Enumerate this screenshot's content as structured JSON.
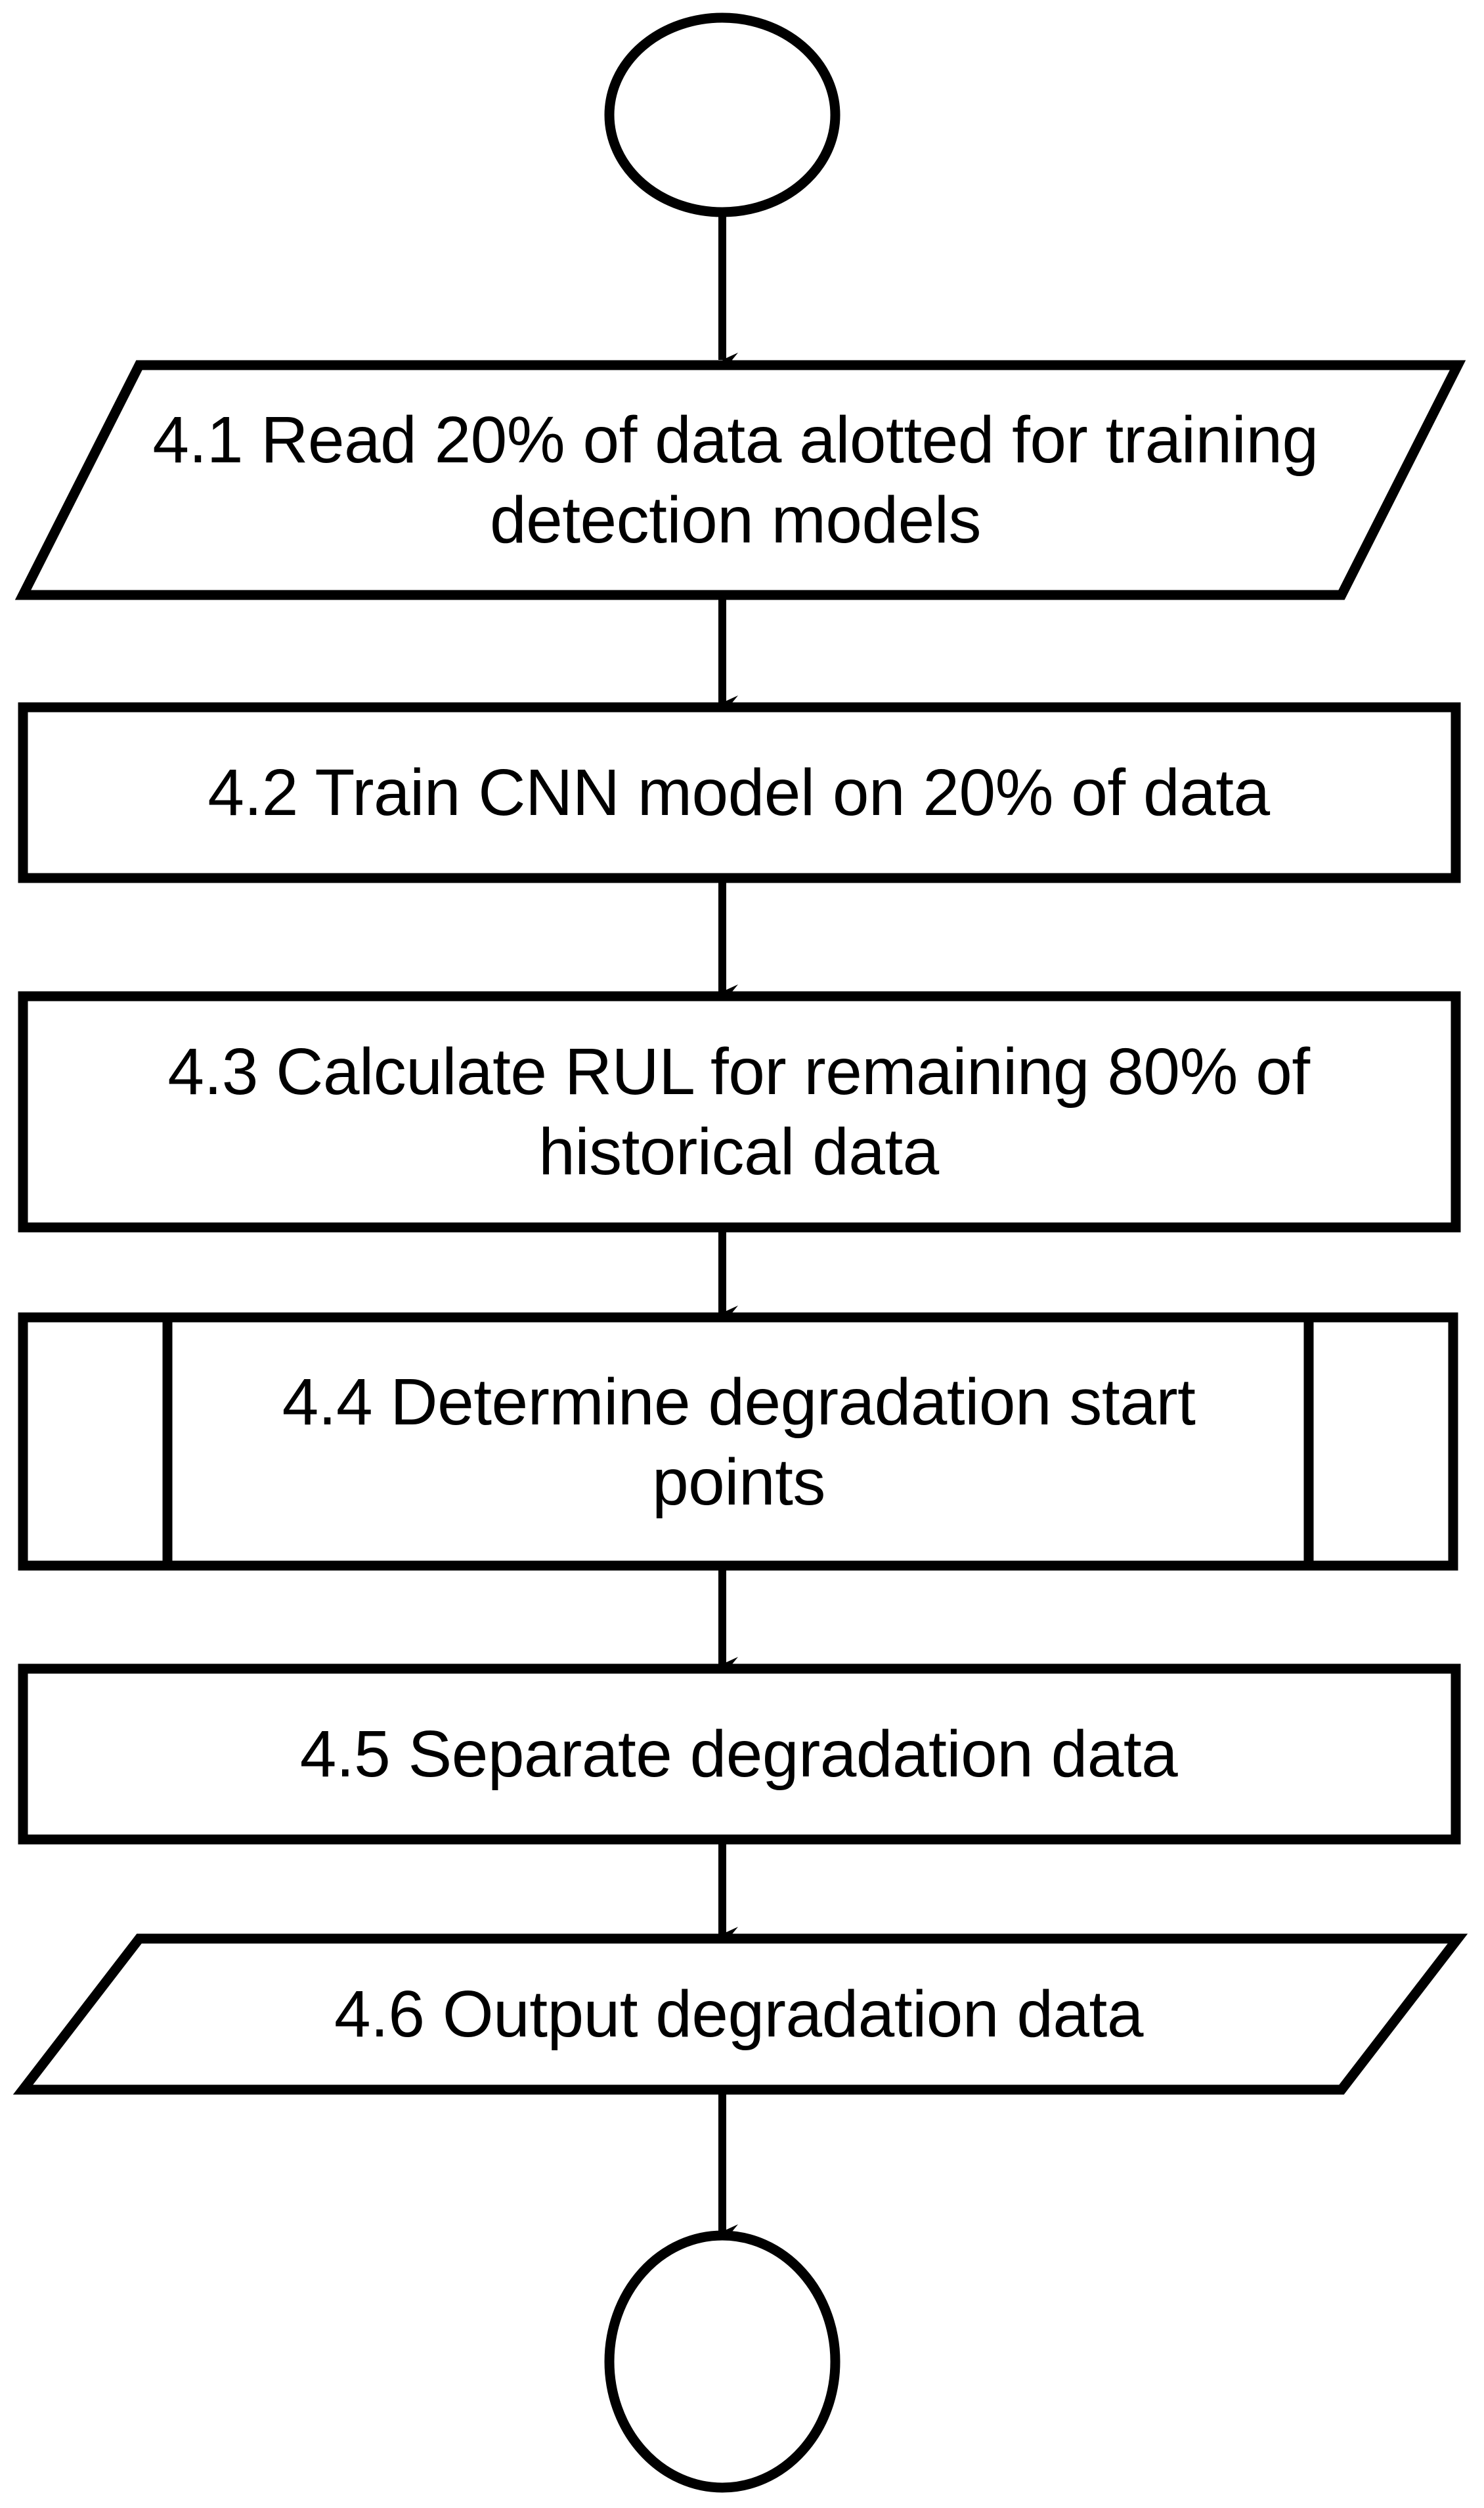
{
  "diagram": {
    "type": "flowchart",
    "orientation": "top-to-bottom",
    "title": "",
    "colors": {
      "stroke": "#000000",
      "fill": "#ffffff",
      "text": "#000000"
    },
    "nodes": [
      {
        "id": "start",
        "shape": "terminator-circle",
        "label": ""
      },
      {
        "id": "4.1",
        "shape": "parallelogram",
        "role": "input",
        "label": "4.1 Read 20% of data alotted for training\ndetection models"
      },
      {
        "id": "4.2",
        "shape": "rectangle",
        "role": "process",
        "label": "4.2 Train CNN model on 20% of data"
      },
      {
        "id": "4.3",
        "shape": "rectangle",
        "role": "process",
        "label": "4.3 Calculate RUL for remaining 80% of\nhistorical data"
      },
      {
        "id": "4.4",
        "shape": "predefined-process",
        "role": "subroutine",
        "label": "4.4 Determine degradation start\npoints"
      },
      {
        "id": "4.5",
        "shape": "rectangle",
        "role": "process",
        "label": "4.5 Separate degradation data"
      },
      {
        "id": "4.6",
        "shape": "parallelogram",
        "role": "output",
        "label": "4.6 Output degradation data"
      },
      {
        "id": "end",
        "shape": "terminator-circle",
        "label": ""
      }
    ],
    "edges": [
      {
        "from": "start",
        "to": "4.1",
        "label": "",
        "arrow": "down"
      },
      {
        "from": "4.1",
        "to": "4.2",
        "label": "",
        "arrow": "down"
      },
      {
        "from": "4.2",
        "to": "4.3",
        "label": "",
        "arrow": "down"
      },
      {
        "from": "4.3",
        "to": "4.4",
        "label": "",
        "arrow": "down"
      },
      {
        "from": "4.4",
        "to": "4.5",
        "label": "",
        "arrow": "down"
      },
      {
        "from": "4.5",
        "to": "4.6",
        "label": "",
        "arrow": "down"
      },
      {
        "from": "4.6",
        "to": "end",
        "label": "",
        "arrow": "down"
      }
    ]
  }
}
